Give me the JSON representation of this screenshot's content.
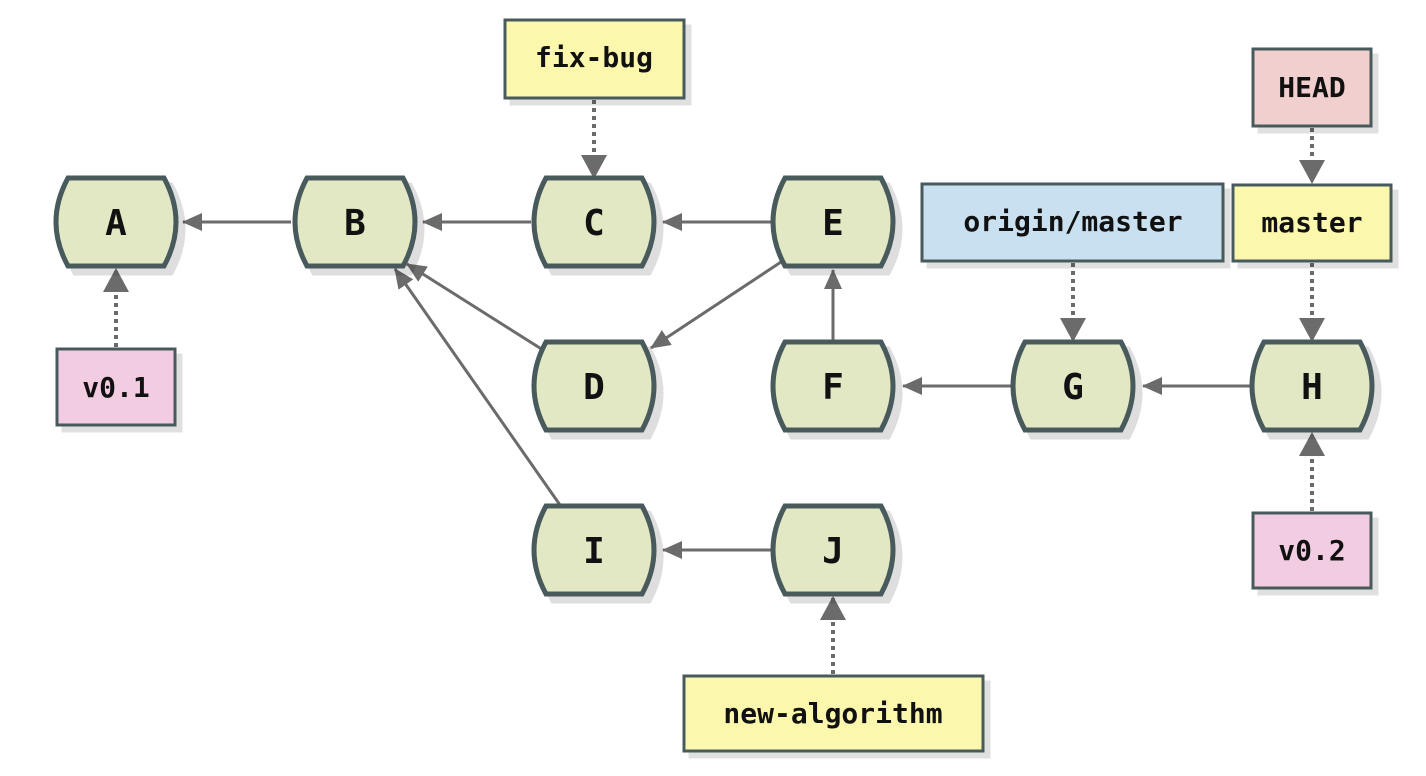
{
  "colors": {
    "commit_fill": "#e2e8c3",
    "commit_stroke": "#485a5d",
    "edge": "#6b6b6b",
    "branch_fill": "#fbf8ad",
    "remote_fill": "#c9e0f1",
    "head_fill": "#f1cfcf",
    "tag_fill": "#f2cde2",
    "ref_stroke": "#485a5d"
  },
  "commits": {
    "A": "A",
    "B": "B",
    "C": "C",
    "D": "D",
    "E": "E",
    "F": "F",
    "G": "G",
    "H": "H",
    "I": "I",
    "J": "J"
  },
  "refs": {
    "fix_bug": "fix-bug",
    "v0_1": "v0.1",
    "origin_master": "origin/master",
    "head": "HEAD",
    "master": "master",
    "v0_2": "v0.2",
    "new_algorithm": "new-algorithm"
  },
  "parent_edges": [
    {
      "from": "B",
      "to": "A"
    },
    {
      "from": "C",
      "to": "B"
    },
    {
      "from": "D",
      "to": "B"
    },
    {
      "from": "I",
      "to": "B"
    },
    {
      "from": "E",
      "to": "C"
    },
    {
      "from": "E",
      "to": "D"
    },
    {
      "from": "F",
      "to": "E"
    },
    {
      "from": "G",
      "to": "F"
    },
    {
      "from": "H",
      "to": "G"
    },
    {
      "from": "J",
      "to": "I"
    }
  ],
  "ref_pointers": [
    {
      "ref": "fix-bug",
      "target": "C"
    },
    {
      "ref": "v0.1",
      "target": "A"
    },
    {
      "ref": "origin/master",
      "target": "G"
    },
    {
      "ref": "HEAD",
      "target": "master"
    },
    {
      "ref": "master",
      "target": "H"
    },
    {
      "ref": "v0.2",
      "target": "H"
    },
    {
      "ref": "new-algorithm",
      "target": "J"
    }
  ]
}
